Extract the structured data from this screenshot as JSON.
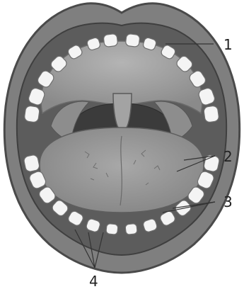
{
  "diagram": {
    "callouts": [
      {
        "id": "1",
        "label": "1"
      },
      {
        "id": "2",
        "label": "2"
      },
      {
        "id": "3",
        "label": "3"
      },
      {
        "id": "4",
        "label": "4"
      }
    ]
  },
  "colors": {
    "lip": "#7f7f7f",
    "lip_outline": "#4a4a4a",
    "inner_mouth": "#5c5c5c",
    "palate": "#a6a6a6",
    "throat": "#3b3b3b",
    "tongue": "#999999",
    "tooth": "#f4f4f4",
    "tooth_outline": "#6f6f6f",
    "leader_line": "#333333"
  }
}
